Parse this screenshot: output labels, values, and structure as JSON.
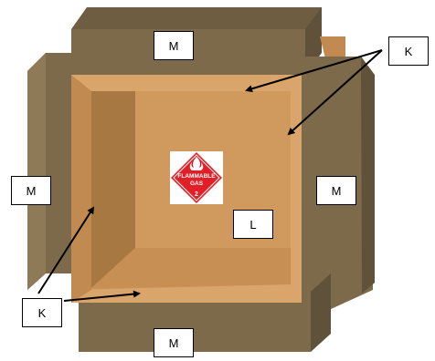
{
  "figure": {
    "colors": {
      "flap_outer": "#7d6a4b",
      "flap_dark": "#5f513a",
      "flap_light": "#8f7a57",
      "insert_light": "#d9a56b",
      "insert_mid": "#c89358",
      "insert_dark": "#a87842",
      "back_panel": "#d0995d",
      "arrow": "#000000",
      "hazard_red": "#e21f26"
    },
    "labels": {
      "top_flap": "M",
      "left_flap": "M",
      "right_flap": "M",
      "bottom_flap": "M",
      "liner_top_right": "K",
      "liner_bottom_left": "K",
      "back_panel": "L"
    },
    "hazard_placard": {
      "icon": "flame-icon",
      "line1": "FLAMMABLE",
      "line2": "GAS",
      "class_number": "2"
    }
  }
}
